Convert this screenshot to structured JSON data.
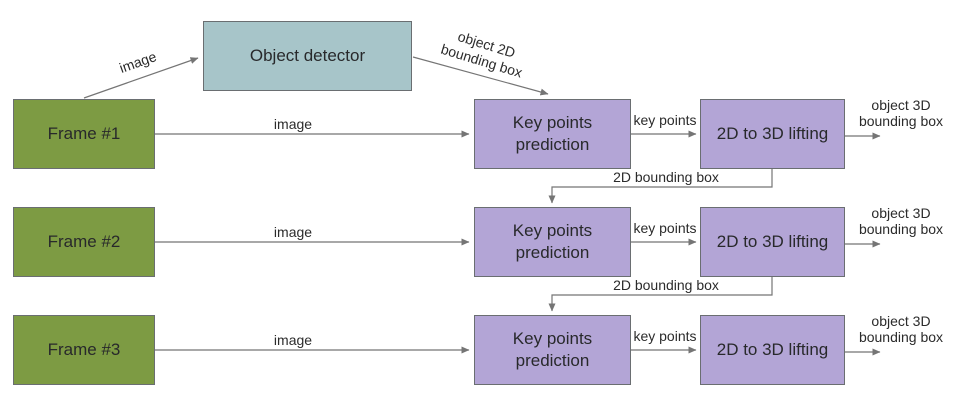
{
  "nodes": {
    "detector": "Object detector",
    "rows": [
      {
        "frame": "Frame #1",
        "keypoints": "Key points\nprediction",
        "lifting": "2D to 3D lifting"
      },
      {
        "frame": "Frame #2",
        "keypoints": "Key points\nprediction",
        "lifting": "2D to 3D lifting"
      },
      {
        "frame": "Frame #3",
        "keypoints": "Key points\nprediction",
        "lifting": "2D to 3D lifting"
      }
    ]
  },
  "edge_labels": {
    "frame1_to_detector": "image",
    "detector_to_keypoints": "object 2D\nbounding box",
    "rows": [
      {
        "image": "image",
        "key_points": "key points",
        "output": "object 3D\nbounding box"
      },
      {
        "image": "image",
        "key_points": "key points",
        "output": "object 3D\nbounding box"
      },
      {
        "image": "image",
        "key_points": "key points",
        "output": "object 3D\nbounding box"
      }
    ],
    "connectors": [
      {
        "label": "2D bounding box"
      },
      {
        "label": "2D bounding box"
      }
    ]
  },
  "colors": {
    "frame_fill": "#7d9b43",
    "detector_fill": "#a7c5c9",
    "process_fill": "#b3a5d6",
    "edge_stroke": "#757575",
    "box_border": "#6a6e71",
    "text": "#2b2b2b",
    "background": "#ffffff"
  }
}
